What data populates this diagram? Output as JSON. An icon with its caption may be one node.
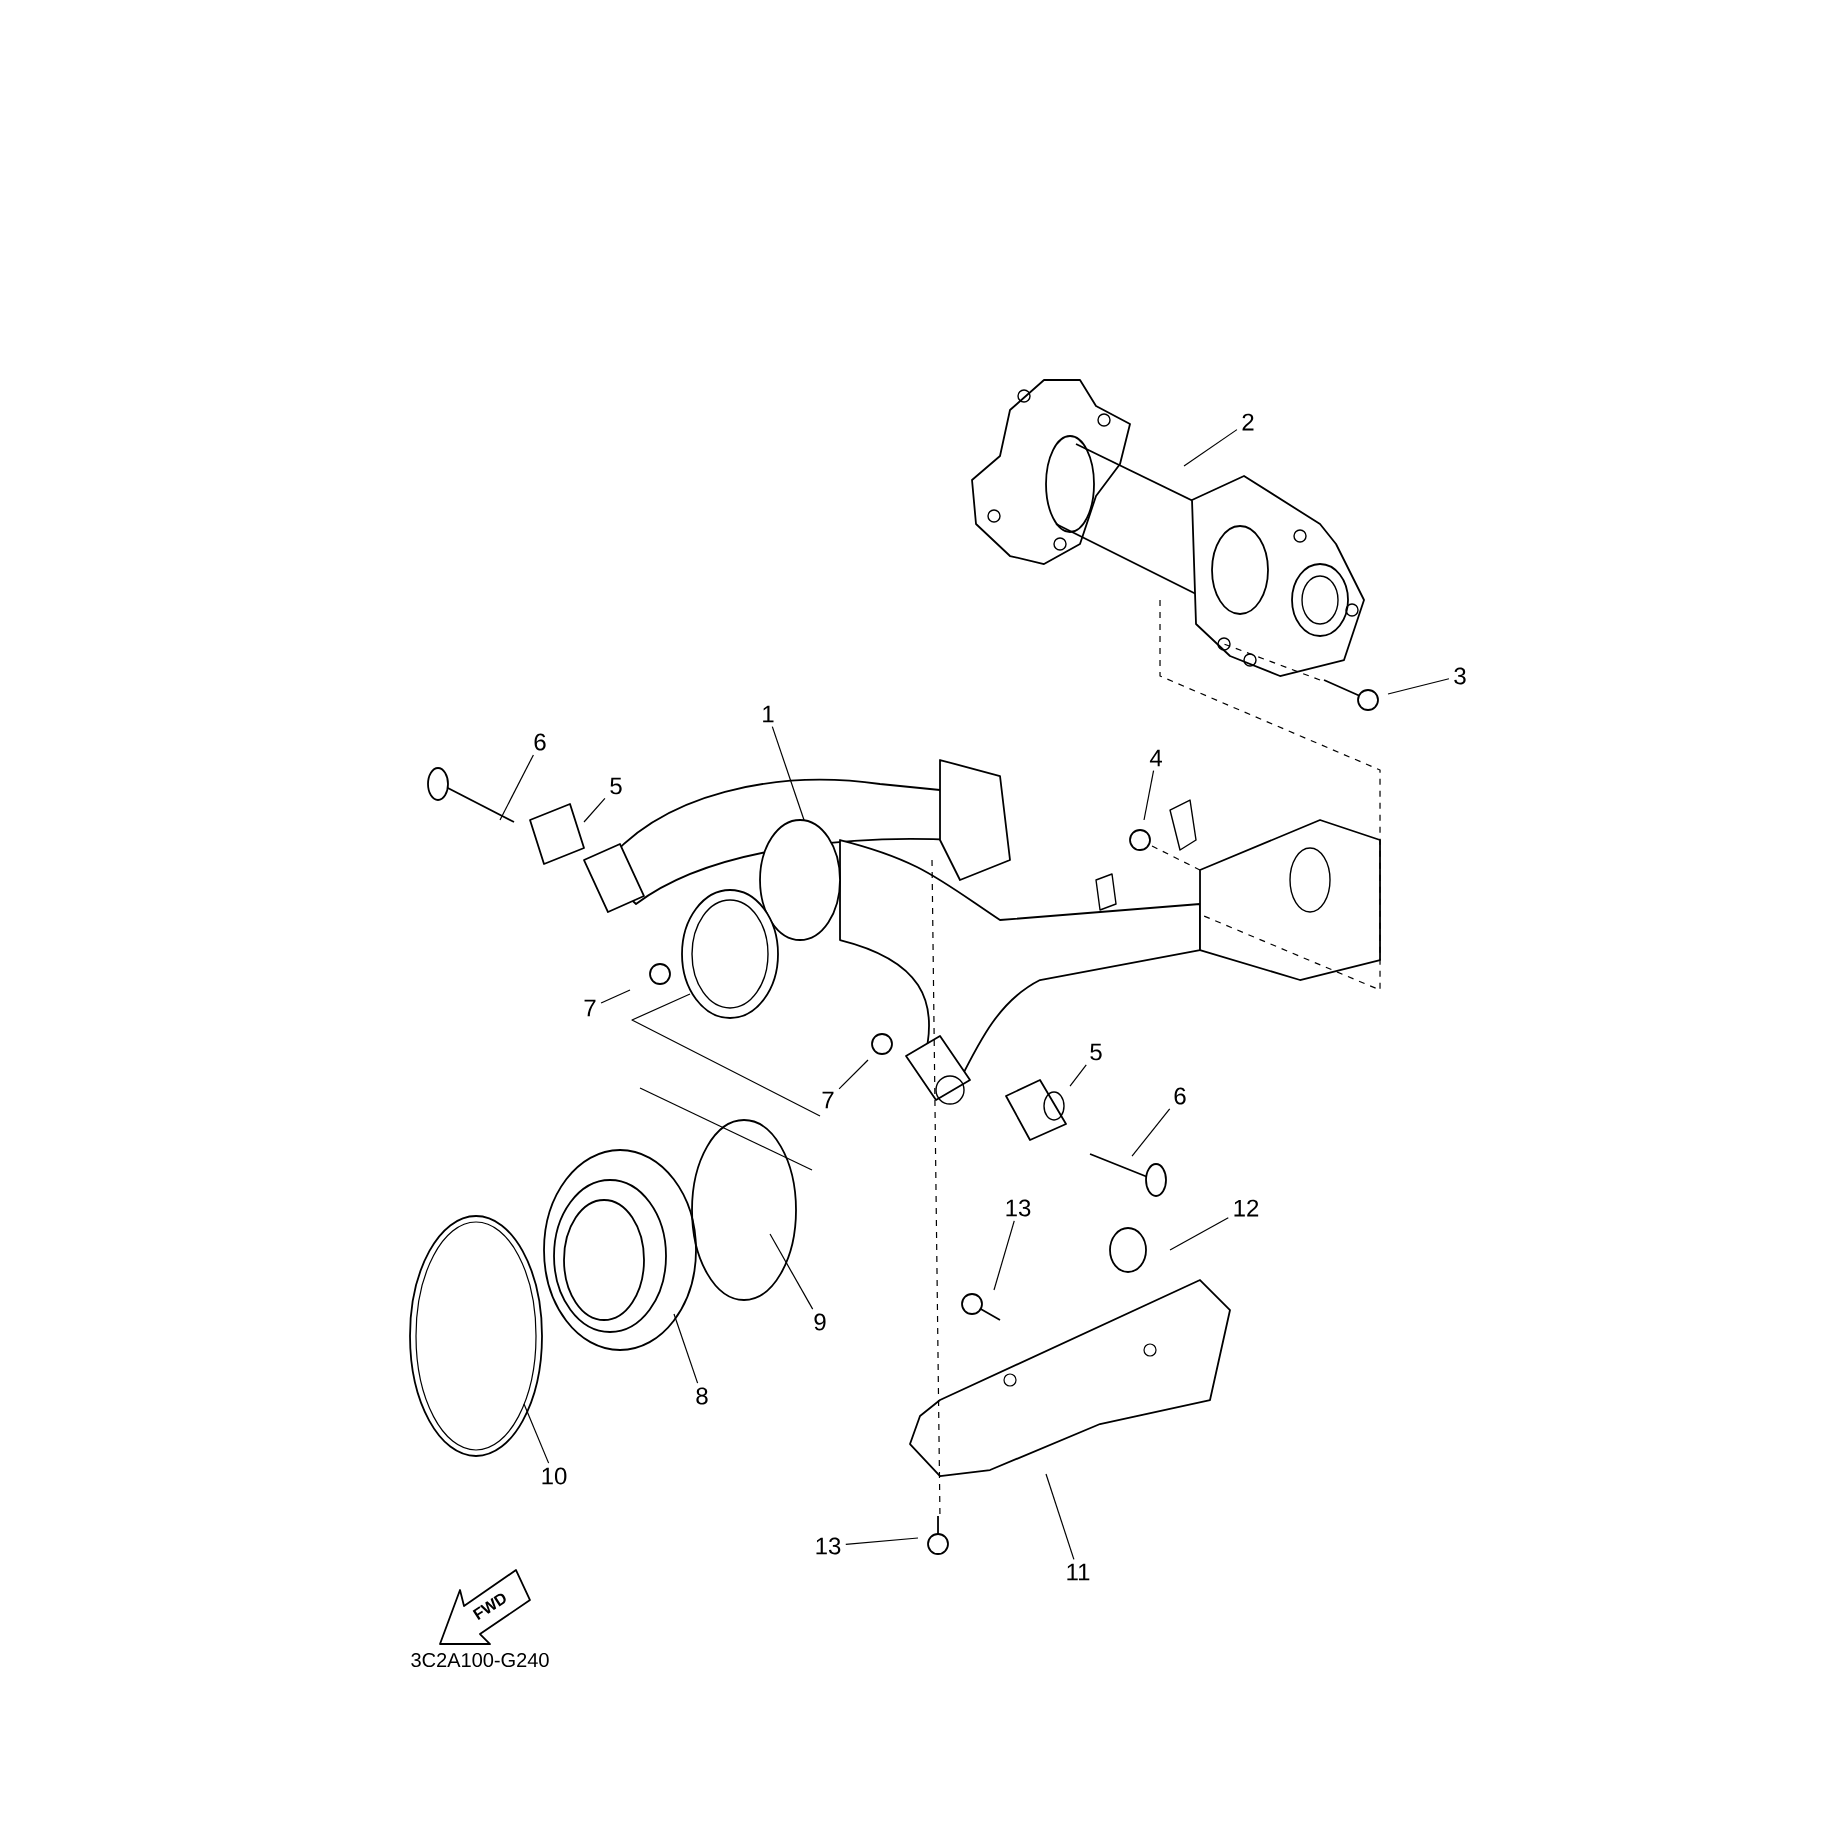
{
  "diagram": {
    "nodes": [
      {
        "text": [
          "1"
        ]
      },
      {
        "text": [
          "2"
        ]
      },
      {
        "text": [
          "3"
        ]
      },
      {
        "text": [
          "4"
        ]
      },
      {
        "text": [
          "6"
        ]
      },
      {
        "text": [
          "5"
        ]
      },
      {
        "text": [
          "7"
        ]
      },
      {
        "text": [
          "7"
        ]
      },
      {
        "text": [
          "5"
        ]
      },
      {
        "text": [
          "6"
        ]
      },
      {
        "text": [
          "9"
        ]
      },
      {
        "text": [
          "8"
        ]
      },
      {
        "text": [
          "10"
        ]
      },
      {
        "text": [
          "13"
        ]
      },
      {
        "text": [
          "12"
        ]
      },
      {
        "text": [
          "11"
        ]
      },
      {
        "text": [
          "13"
        ]
      },
      {
        "text": [
          "FWD"
        ]
      }
    ],
    "edges": [
      {
        "from": 0,
        "to": null,
        "arrow": "none"
      },
      {
        "from": 1,
        "to": null,
        "arrow": "none"
      },
      {
        "from": 2,
        "to": null,
        "arrow": "none"
      },
      {
        "from": 3,
        "to": null,
        "arrow": "none"
      },
      {
        "from": 4,
        "to": null,
        "arrow": "none"
      },
      {
        "from": 5,
        "to": null,
        "arrow": "none"
      },
      {
        "from": 6,
        "to": null,
        "arrow": "none"
      },
      {
        "from": 7,
        "to": null,
        "arrow": "none"
      },
      {
        "from": 8,
        "to": null,
        "arrow": "none"
      },
      {
        "from": 9,
        "to": null,
        "arrow": "none"
      },
      {
        "from": 10,
        "to": null,
        "arrow": "none"
      },
      {
        "from": 11,
        "to": null,
        "arrow": "none"
      },
      {
        "from": 12,
        "to": null,
        "arrow": "none"
      },
      {
        "from": 13,
        "to": null,
        "arrow": "none"
      },
      {
        "from": 14,
        "to": null,
        "arrow": "none"
      },
      {
        "from": 15,
        "to": null,
        "arrow": "none"
      },
      {
        "from": 16,
        "to": null,
        "arrow": "none"
      }
    ],
    "labels": [
      "3C2A100-G240"
    ]
  }
}
